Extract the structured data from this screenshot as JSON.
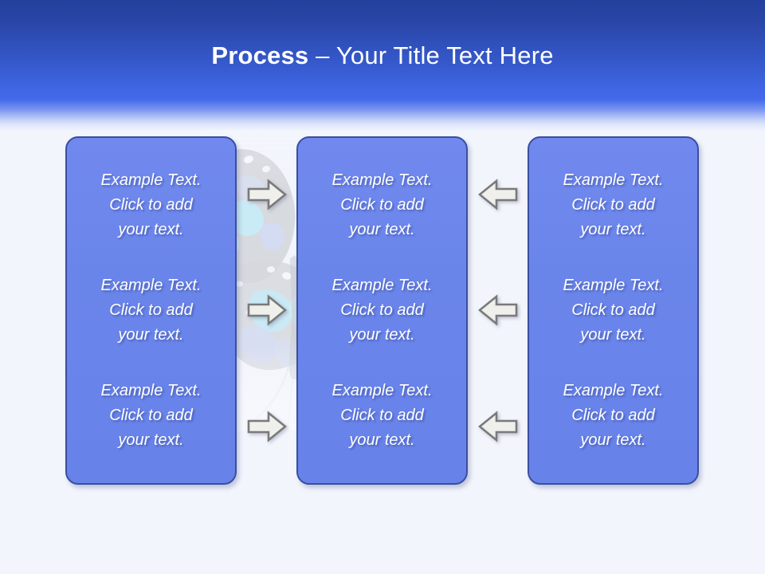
{
  "slide": {
    "title_bold": "Process",
    "title_rest": " – Your Title Text Here",
    "background_color": "#f2f5fc",
    "header_top_color": "#23409d",
    "header_mid_color": "#4369e9"
  },
  "theme": {
    "box_fill": "#6a85ea",
    "box_border": "#3a4fa0",
    "text_color": "#ffffff",
    "arrow_fill": "#eeeeea",
    "arrow_stroke": "#777777"
  },
  "cell_text": "Example Text.\nClick  to add\nyour text.",
  "columns": [
    {
      "name": "column-1",
      "cells": [
        "Example Text.\nClick  to add\nyour text.",
        "Example Text.\nClick  to add\nyour text.",
        "Example Text.\nClick  to add\nyour text."
      ]
    },
    {
      "name": "column-2",
      "cells": [
        "Example Text.\nClick  to add\nyour text.",
        "Example Text.\nClick  to add\nyour text.",
        "Example Text.\nClick  to add\nyour text."
      ]
    },
    {
      "name": "column-3",
      "cells": [
        "Example Text.\nClick  to add\nyour text.",
        "Example Text.\nClick  to add\nyour text.",
        "Example Text.\nClick  to add\nyour text."
      ]
    }
  ],
  "arrows": {
    "left_group_direction": "right",
    "right_group_direction": "left",
    "count_per_group": 3,
    "icon_right": "arrow-right-icon",
    "icon_left": "arrow-left-icon"
  },
  "watermark": {
    "icon": "butterfly-watermark-icon"
  }
}
